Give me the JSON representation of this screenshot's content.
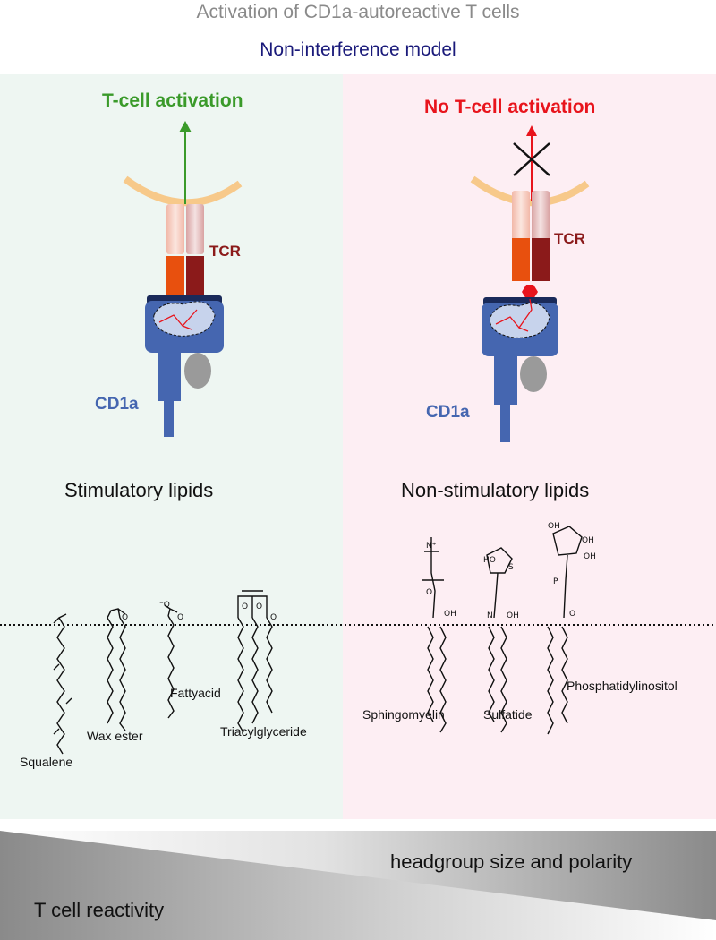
{
  "title": "Activation of CD1a-autoreactive T cells",
  "subtitle": "Non-interference model",
  "left": {
    "activation": "T-cell activation",
    "tcr_label": "TCR",
    "cd1a_label": "CD1a",
    "category": "Stimulatory lipids",
    "lipids": [
      "Squalene",
      "Wax ester",
      "Fattyacid",
      "Triacylglyceride"
    ]
  },
  "right": {
    "activation": "No T-cell activation",
    "tcr_label": "TCR",
    "cd1a_label": "CD1a",
    "category": "Non-stimulatory lipids",
    "lipids": [
      "Sphingomyelin",
      "Sulfatide",
      "Phosphatidylinositol"
    ]
  },
  "gradient": {
    "top_label": "headgroup size and polarity",
    "bottom_label": "T cell reactivity"
  },
  "colors": {
    "activation_green": "#3a9a2a",
    "no_activation_red": "#e8141c",
    "cd1a_blue": "#4566b0",
    "tcr_dark": "#8b1a1a",
    "tcr_orange": "#e8500e",
    "title_blue": "#1a1a7a"
  }
}
